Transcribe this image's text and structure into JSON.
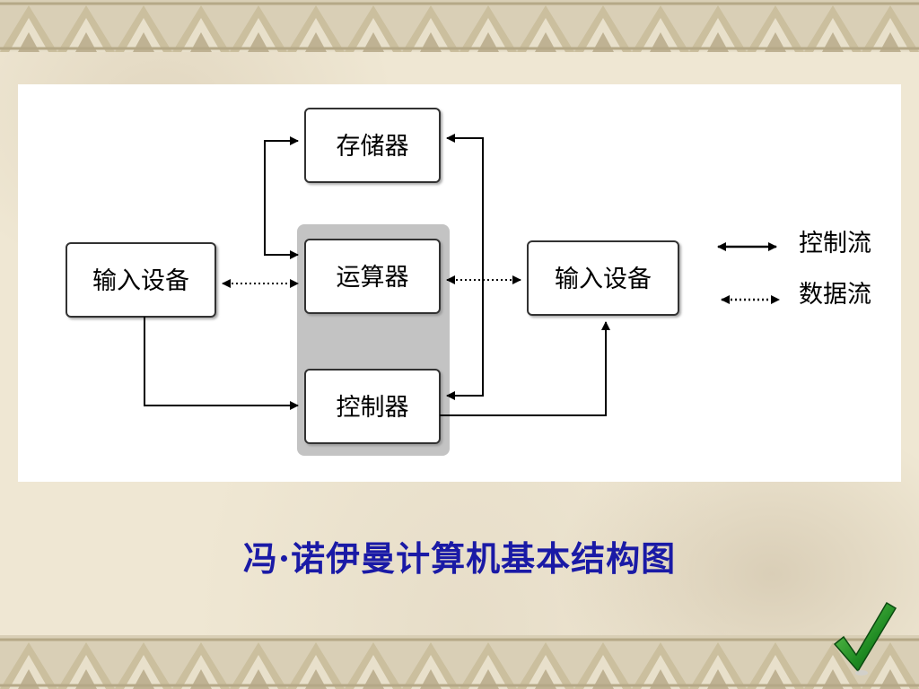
{
  "diagram": {
    "nodes": {
      "memory": "存储器",
      "alu": "运算器",
      "controller": "控制器",
      "input_device": "输入设备",
      "output_device": "输入设备"
    },
    "legend": {
      "control_flow": "控制流",
      "data_flow": "数据流"
    }
  },
  "caption": "冯·诺伊曼计算机基本结构图",
  "colors": {
    "caption": "#1a1aa6",
    "cpu_group": "#c3c3c3",
    "background": "#efe7d3"
  },
  "icons": [
    "check-icon"
  ]
}
